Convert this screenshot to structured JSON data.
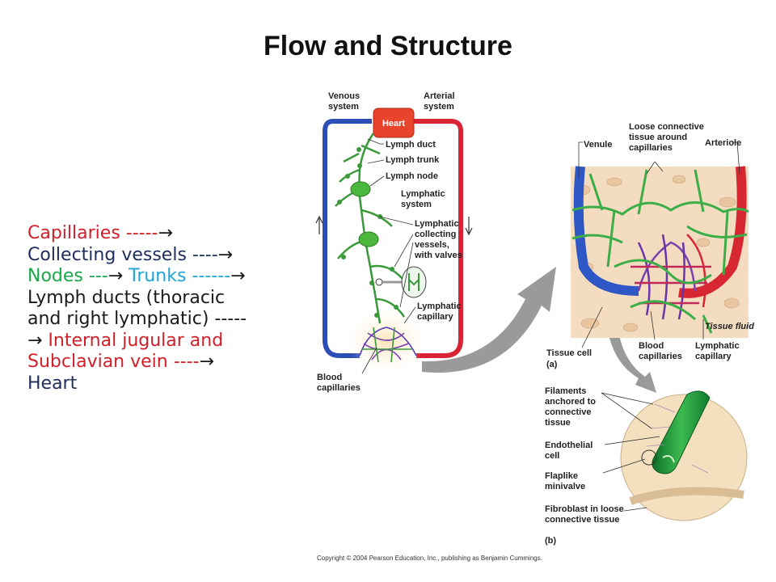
{
  "title": "Flow and Structure",
  "flow": {
    "line1": {
      "a": "Capillaries -----",
      "arrow": "→"
    },
    "line2": {
      "a": "Collecting vessels ----",
      "arrow": "→"
    },
    "line3": {
      "a": "Nodes ---",
      "arrow1": "→",
      "b": " Trunks ------",
      "arrow2": "→"
    },
    "line4": "Lymph ducts (thoracic",
    "line5": "and right lymphatic) -----",
    "line6": {
      "arrow": "→",
      "a": " Internal jugular and"
    },
    "line7": {
      "a": "Subclavian vein  ----",
      "arrow": "→"
    },
    "line8": "Heart"
  },
  "left_diagram": {
    "venous": [
      "Venous",
      "system"
    ],
    "arterial": [
      "Arterial",
      "system"
    ],
    "heart": "Heart",
    "lymph_duct": "Lymph duct",
    "lymph_trunk": "Lymph trunk",
    "lymph_node": "Lymph node",
    "lymphatic_system": [
      "Lymphatic",
      "system"
    ],
    "collecting": [
      "Lymphatic",
      "collecting",
      "vessels,",
      "with valves"
    ],
    "lymphatic_capillary": [
      "Lymphatic",
      "capillary"
    ],
    "blood_capillaries": [
      "Blood",
      "capillaries"
    ]
  },
  "panel_a": {
    "venule": "Venule",
    "loose": [
      "Loose connective",
      "tissue around",
      "capillaries"
    ],
    "arteriole": "Arteriole",
    "tissue_fluid": "Tissue fluid",
    "tissue_cell": "Tissue cell",
    "blood_capillaries": [
      "Blood",
      "capillaries"
    ],
    "lymphatic_capillary": [
      "Lymphatic",
      "capillary"
    ],
    "tag": "(a)"
  },
  "panel_b": {
    "filaments": [
      "Filaments",
      "anchored to",
      "connective",
      "tissue"
    ],
    "endothelial": [
      "Endothelial",
      "cell"
    ],
    "flaplike": [
      "Flaplike",
      "minivalve"
    ],
    "fibroblast": [
      "Fibroblast in loose",
      "connective tissue"
    ],
    "tag": "(b)"
  },
  "copyright": "Copyright © 2004 Pearson Education, Inc., publishing as Benjamin Cummings.",
  "colors": {
    "red": "#d0202a",
    "navy": "#1f2d5c",
    "green": "#1aa84a",
    "cyan": "#1fa5d6"
  }
}
